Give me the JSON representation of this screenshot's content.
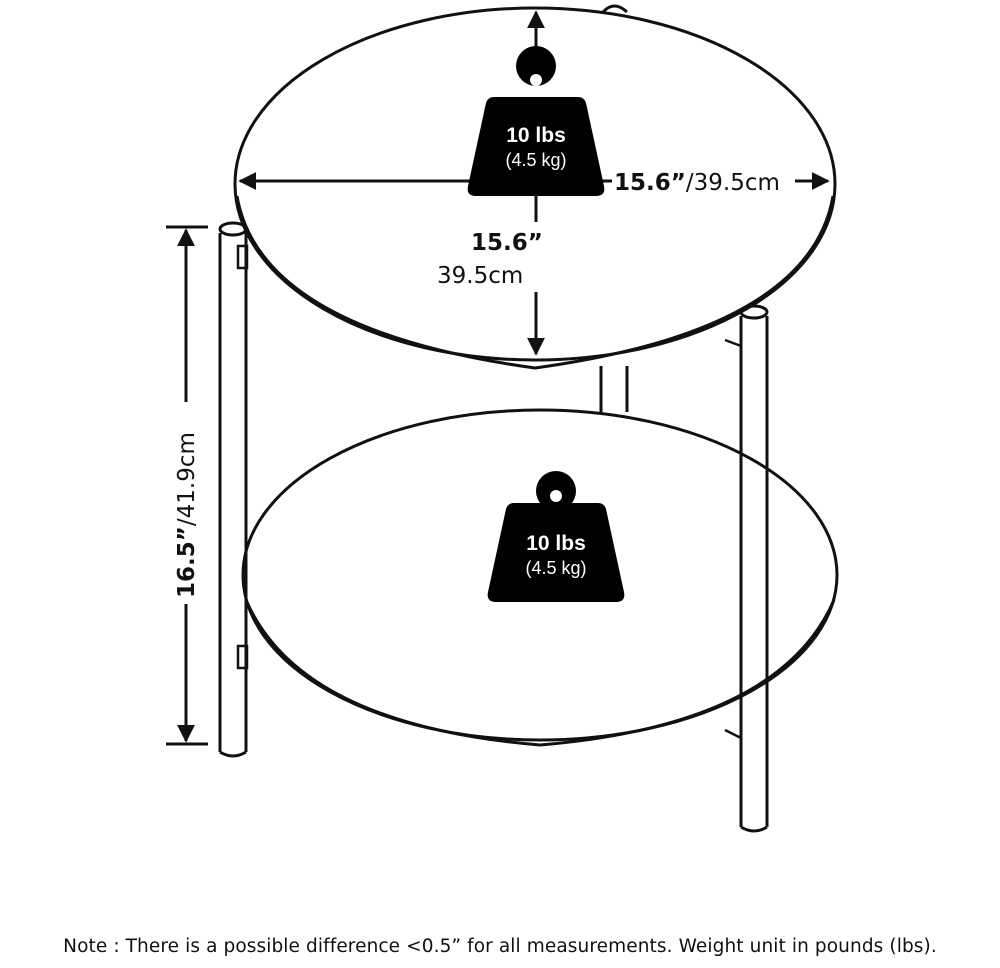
{
  "dimensions": {
    "width": {
      "inches": "15.6”",
      "cm": "/39.5cm"
    },
    "depth": {
      "inches": "15.6”",
      "cm": "39.5cm"
    },
    "height": {
      "inches": "16.5”",
      "cm": "/41.9cm"
    }
  },
  "weights": {
    "top": {
      "lbs": "10 lbs",
      "kg": "(4.5 kg)"
    },
    "bottom": {
      "lbs": "10 lbs",
      "kg": "(4.5 kg)"
    }
  },
  "icons": {
    "weight": "kettlebell-weight-icon",
    "arrow": "dimension-arrow-icon"
  },
  "colors": {
    "line": "#111111",
    "weight_fill": "#000000",
    "background": "#ffffff"
  },
  "note": "Note : There is a possible difference <0.5” for all measurements. Weight unit in pounds (lbs)."
}
